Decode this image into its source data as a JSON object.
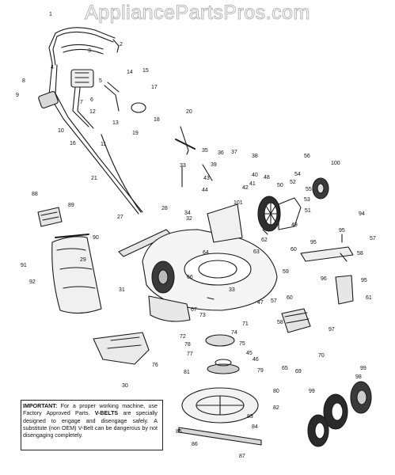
{
  "watermark": "AppliancePartsPros.com",
  "note": {
    "important_label": "IMPORTANT:",
    "important_text": " For a proper working machine, use Factory Approved Parts.",
    "vbelt_label": "V-BELTS",
    "vbelt_text": " are specially designed to engage and disengage safely. A substitute (non OEM) V-Belt can be dangerous by not disengaging completely."
  },
  "callouts": [
    "1",
    "2",
    "3",
    "4",
    "5",
    "6",
    "7",
    "8",
    "9",
    "10",
    "11",
    "12",
    "13",
    "14",
    "15",
    "16",
    "17",
    "18",
    "19",
    "20",
    "21",
    "27",
    "28",
    "29",
    "30",
    "31",
    "32",
    "33",
    "34",
    "35",
    "36",
    "37",
    "38",
    "39",
    "40",
    "41",
    "42",
    "43",
    "44",
    "45",
    "46",
    "47",
    "48",
    "49",
    "50",
    "51",
    "52",
    "53",
    "54",
    "55",
    "56",
    "57",
    "58",
    "59",
    "60",
    "61",
    "62",
    "63",
    "64",
    "65",
    "66",
    "67",
    "69",
    "70",
    "71",
    "72",
    "73",
    "74",
    "75",
    "76",
    "77",
    "78",
    "79",
    "80",
    "81",
    "82",
    "83",
    "84",
    "85",
    "86",
    "87",
    "88",
    "89",
    "90",
    "91",
    "92",
    "94",
    "95",
    "96",
    "97",
    "98",
    "99",
    "100",
    "101"
  ],
  "colors": {
    "line": "#1a1a1a",
    "fill_dark": "#2b2b2b",
    "fill_mid": "#8a8a8a",
    "fill_light": "#d9d9d9"
  }
}
